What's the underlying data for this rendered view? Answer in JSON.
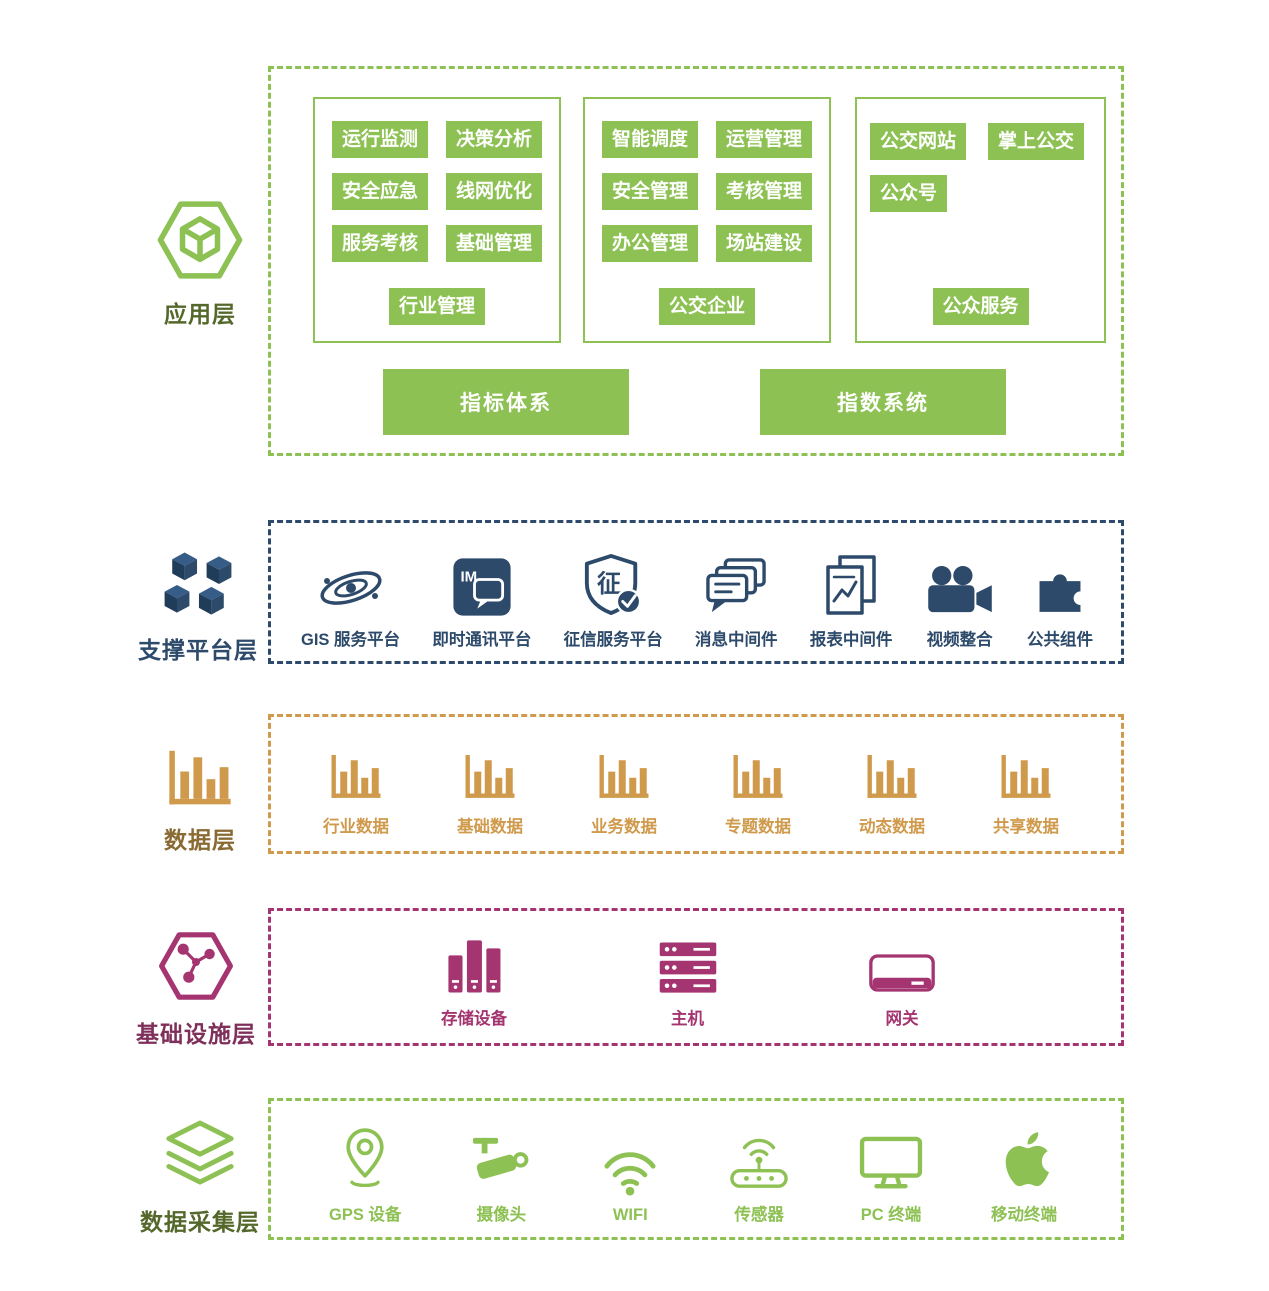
{
  "layers": {
    "app": {
      "label": "应用层",
      "icon": "hexagon-cube-icon",
      "groups": [
        {
          "chips": [
            "运行监测",
            "决策分析",
            "安全应急",
            "线网优化",
            "服务考核",
            "基础管理"
          ],
          "footer": "行业管理"
        },
        {
          "chips": [
            "智能调度",
            "运营管理",
            "安全管理",
            "考核管理",
            "办公管理",
            "场站建设"
          ],
          "footer": "公交企业"
        },
        {
          "chips": [
            "公交网站",
            "掌上公交",
            "公众号"
          ],
          "footer": "公众服务"
        }
      ],
      "bars": [
        "指标体系",
        "指数系统"
      ]
    },
    "support": {
      "label": "支撑平台层",
      "icon": "cubes-cluster-icon",
      "items": [
        {
          "label": "GIS 服务平台",
          "icon": "galaxy-icon"
        },
        {
          "label": "即时通讯平台",
          "icon": "im-chat-icon",
          "icon_text": "IM"
        },
        {
          "label": "征信服务平台",
          "icon": "credit-shield-icon",
          "icon_text": "征"
        },
        {
          "label": "消息中间件",
          "icon": "message-stack-icon"
        },
        {
          "label": "报表中间件",
          "icon": "report-docs-icon"
        },
        {
          "label": "视频整合",
          "icon": "video-camera-icon"
        },
        {
          "label": "公共组件",
          "icon": "puzzle-icon"
        }
      ]
    },
    "data": {
      "label": "数据层",
      "icon": "bar-chart-icon",
      "items": [
        {
          "label": "行业数据",
          "icon": "bar-chart-icon"
        },
        {
          "label": "基础数据",
          "icon": "bar-chart-icon"
        },
        {
          "label": "业务数据",
          "icon": "bar-chart-icon"
        },
        {
          "label": "专题数据",
          "icon": "bar-chart-icon"
        },
        {
          "label": "动态数据",
          "icon": "bar-chart-icon"
        },
        {
          "label": "共享数据",
          "icon": "bar-chart-icon"
        }
      ]
    },
    "infra": {
      "label": "基础设施层",
      "icon": "hexagon-network-icon",
      "items": [
        {
          "label": "存储设备",
          "icon": "storage-towers-icon"
        },
        {
          "label": "主机",
          "icon": "server-rack-icon"
        },
        {
          "label": "网关",
          "icon": "gateway-icon"
        }
      ]
    },
    "collect": {
      "label": "数据采集层",
      "icon": "stacked-layers-icon",
      "items": [
        {
          "label": "GPS 设备",
          "icon": "gps-pin-icon"
        },
        {
          "label": "摄像头",
          "icon": "cctv-camera-icon"
        },
        {
          "label": "WIFI",
          "icon": "wifi-icon"
        },
        {
          "label": "传感器",
          "icon": "sensor-icon"
        },
        {
          "label": "PC 终端",
          "icon": "pc-monitor-icon"
        },
        {
          "label": "移动终端",
          "icon": "apple-icon"
        }
      ]
    }
  },
  "colors": {
    "green": "#8dc153",
    "dark_green": "#55682c",
    "navy": "#2d4a6b",
    "orange": "#cf9a4c",
    "dark_orange": "#8a6a33",
    "magenta": "#a43570",
    "dark_magenta": "#7e2f5a"
  }
}
